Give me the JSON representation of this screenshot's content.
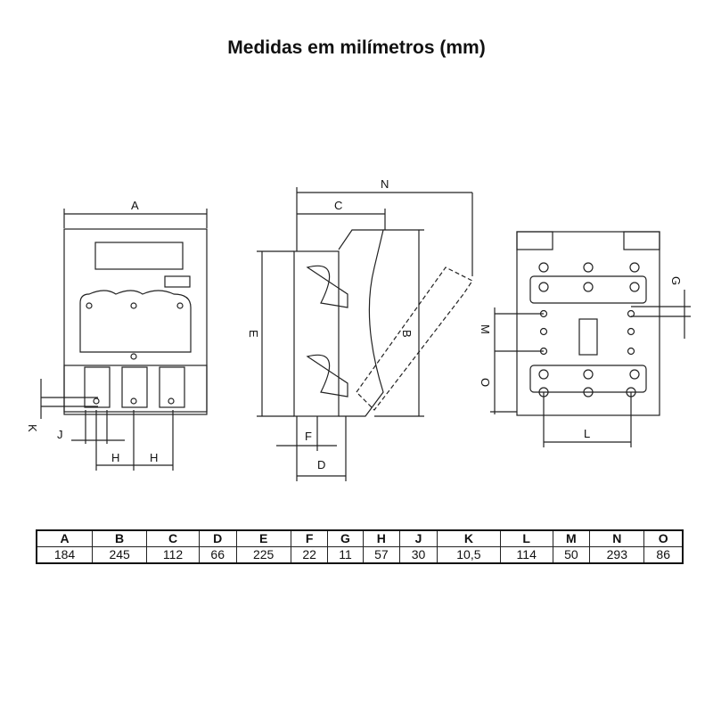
{
  "title": "Medidas em milímetros (mm)",
  "diagram": {
    "labels": {
      "A": "A",
      "C": "C",
      "N": "N",
      "E": "E",
      "B": "B",
      "F": "F",
      "D": "D",
      "K": "K",
      "J": "J",
      "H1": "H",
      "H2": "H",
      "G": "G",
      "M": "M",
      "O": "O",
      "L": "L"
    }
  },
  "table": {
    "headers": [
      "A",
      "B",
      "C",
      "D",
      "E",
      "F",
      "G",
      "H",
      "J",
      "K",
      "L",
      "M",
      "N",
      "O"
    ],
    "values": [
      "184",
      "245",
      "112",
      "66",
      "225",
      "22",
      "11",
      "57",
      "30",
      "10,5",
      "114",
      "50",
      "293",
      "86"
    ]
  }
}
